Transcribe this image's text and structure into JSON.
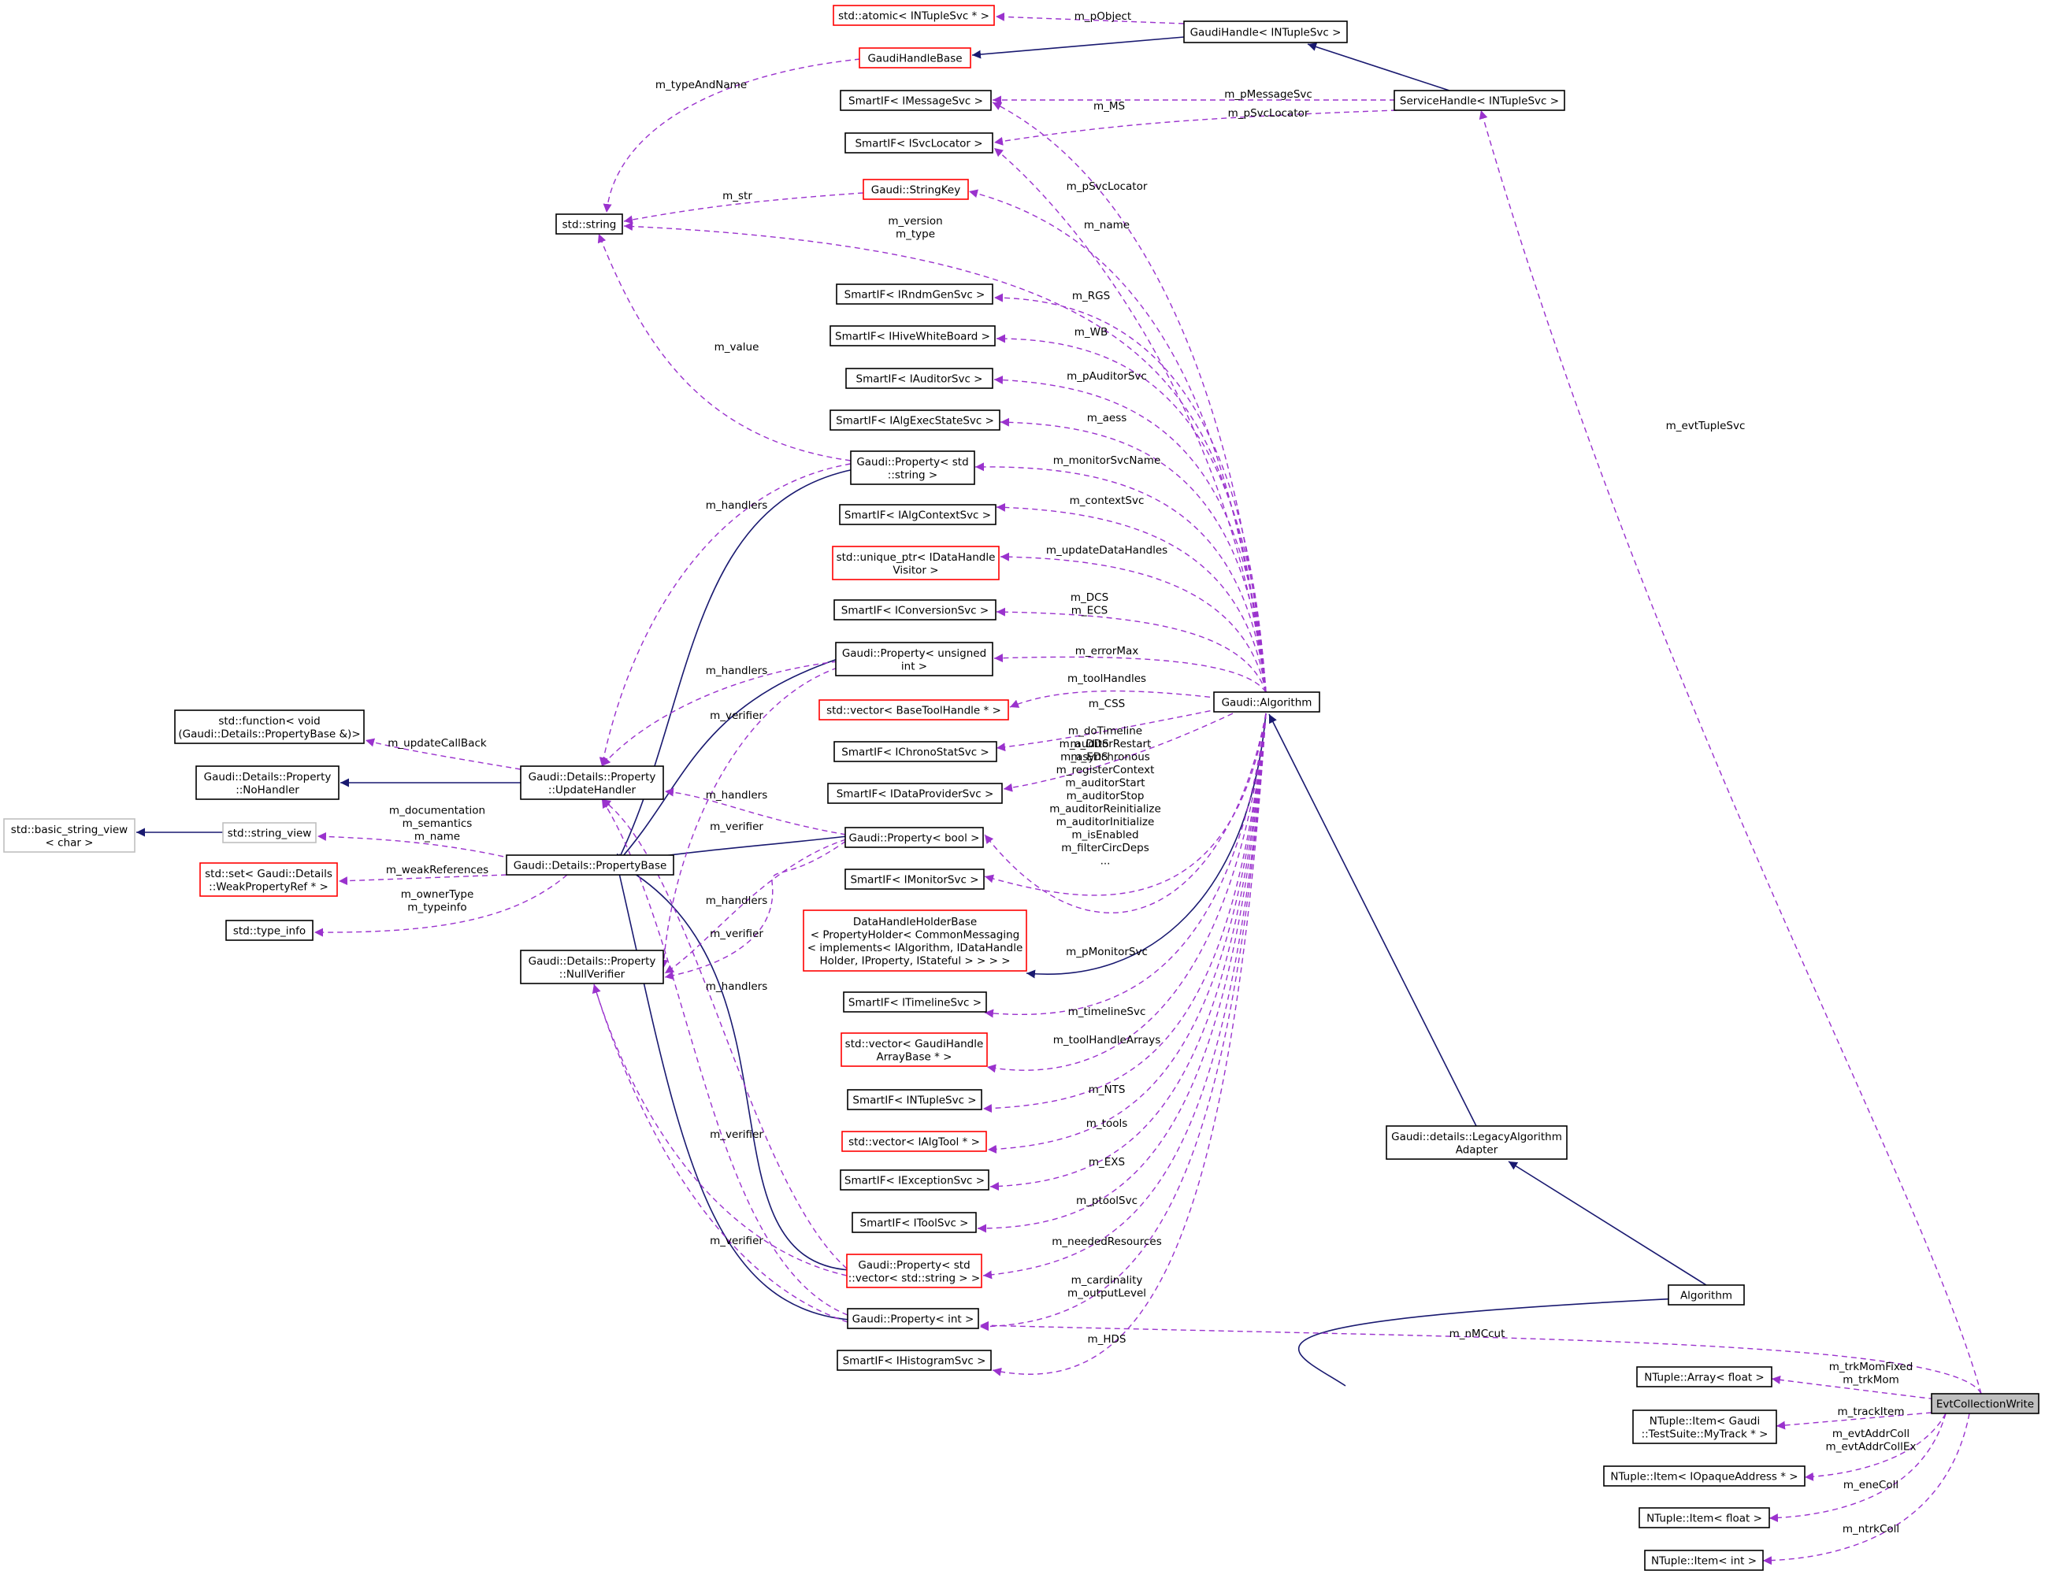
{
  "nodes": [
    {
      "id": "atomic",
      "lines": [
        "std::atomic< INTupleSvc * >"
      ],
      "style": "red"
    },
    {
      "id": "gaudihandle",
      "lines": [
        "GaudiHandle< INTupleSvc >"
      ],
      "style": "black"
    },
    {
      "id": "gaudihandlebase",
      "lines": [
        "GaudiHandleBase"
      ],
      "style": "red"
    },
    {
      "id": "smartif_msg",
      "lines": [
        "SmartIF< IMessageSvc >"
      ],
      "style": "black"
    },
    {
      "id": "servicehandle",
      "lines": [
        "ServiceHandle< INTupleSvc >"
      ],
      "style": "black"
    },
    {
      "id": "smartif_svcloc",
      "lines": [
        "SmartIF< ISvcLocator >"
      ],
      "style": "black"
    },
    {
      "id": "stringkey",
      "lines": [
        "Gaudi::StringKey"
      ],
      "style": "red"
    },
    {
      "id": "stdstring",
      "lines": [
        "std::string"
      ],
      "style": "black"
    },
    {
      "id": "smartif_rndm",
      "lines": [
        "SmartIF< IRndmGenSvc >"
      ],
      "style": "black"
    },
    {
      "id": "smartif_hive",
      "lines": [
        "SmartIF< IHiveWhiteBoard >"
      ],
      "style": "black"
    },
    {
      "id": "smartif_aud",
      "lines": [
        "SmartIF< IAuditorSvc >"
      ],
      "style": "black"
    },
    {
      "id": "smartif_algexec",
      "lines": [
        "SmartIF< IAlgExecStateSvc >"
      ],
      "style": "black"
    },
    {
      "id": "prop_string",
      "lines": [
        "Gaudi::Property< std",
        "::string >"
      ],
      "style": "black"
    },
    {
      "id": "smartif_algctx",
      "lines": [
        "SmartIF< IAlgContextSvc >"
      ],
      "style": "black"
    },
    {
      "id": "uniqueptr",
      "lines": [
        "std::unique_ptr< IDataHandle",
        "Visitor >"
      ],
      "style": "red"
    },
    {
      "id": "smartif_conv",
      "lines": [
        "SmartIF< IConversionSvc >"
      ],
      "style": "black"
    },
    {
      "id": "prop_uint",
      "lines": [
        "Gaudi::Property< unsigned",
        "int >"
      ],
      "style": "black"
    },
    {
      "id": "algorithm_g",
      "lines": [
        "Gaudi::Algorithm"
      ],
      "style": "black"
    },
    {
      "id": "vec_basetool",
      "lines": [
        "std::vector< BaseToolHandle * >"
      ],
      "style": "red"
    },
    {
      "id": "stdfunction",
      "lines": [
        "std::function< void",
        "(Gaudi::Details::PropertyBase &)>"
      ],
      "style": "black"
    },
    {
      "id": "smartif_chrono",
      "lines": [
        "SmartIF< IChronoStatSvc >"
      ],
      "style": "black"
    },
    {
      "id": "nohandler",
      "lines": [
        "Gaudi::Details::Property",
        "::NoHandler"
      ],
      "style": "black"
    },
    {
      "id": "updatehandler",
      "lines": [
        "Gaudi::Details::Property",
        "::UpdateHandler"
      ],
      "style": "black"
    },
    {
      "id": "smartif_dataprov",
      "lines": [
        "SmartIF< IDataProviderSvc >"
      ],
      "style": "black"
    },
    {
      "id": "basic_sv",
      "lines": [
        "std::basic_string_view",
        "< char >"
      ],
      "style": "gray"
    },
    {
      "id": "string_view",
      "lines": [
        "std::string_view"
      ],
      "style": "gray"
    },
    {
      "id": "prop_bool",
      "lines": [
        "Gaudi::Property< bool >"
      ],
      "style": "black"
    },
    {
      "id": "stdset",
      "lines": [
        "std::set< Gaudi::Details",
        "::WeakPropertyRef * >"
      ],
      "style": "red"
    },
    {
      "id": "propertybase",
      "lines": [
        "Gaudi::Details::PropertyBase"
      ],
      "style": "black"
    },
    {
      "id": "smartif_mon",
      "lines": [
        "SmartIF< IMonitorSvc >"
      ],
      "style": "black"
    },
    {
      "id": "typeinfo",
      "lines": [
        "std::type_info"
      ],
      "style": "black"
    },
    {
      "id": "dhhb",
      "lines": [
        "DataHandleHolderBase",
        "< PropertyHolder< CommonMessaging",
        "< implements< IAlgorithm, IDataHandle",
        "Holder, IProperty, IStateful > > > >"
      ],
      "style": "red"
    },
    {
      "id": "nullverifier",
      "lines": [
        "Gaudi::Details::Property",
        "::NullVerifier"
      ],
      "style": "black"
    },
    {
      "id": "smartif_timeline",
      "lines": [
        "SmartIF< ITimelineSvc >"
      ],
      "style": "black"
    },
    {
      "id": "vec_gha",
      "lines": [
        "std::vector< GaudiHandle",
        "ArrayBase * >"
      ],
      "style": "red"
    },
    {
      "id": "smartif_ntuple",
      "lines": [
        "SmartIF< INTupleSvc >"
      ],
      "style": "black"
    },
    {
      "id": "vec_algtool",
      "lines": [
        "std::vector< IAlgTool * >"
      ],
      "style": "red"
    },
    {
      "id": "legacy",
      "lines": [
        "Gaudi::details::LegacyAlgorithm",
        "Adapter"
      ],
      "style": "black"
    },
    {
      "id": "smartif_exc",
      "lines": [
        "SmartIF< IExceptionSvc >"
      ],
      "style": "black"
    },
    {
      "id": "smartif_tool",
      "lines": [
        "SmartIF< IToolSvc >"
      ],
      "style": "black"
    },
    {
      "id": "prop_vecstr",
      "lines": [
        "Gaudi::Property< std",
        "::vector< std::string > >"
      ],
      "style": "red"
    },
    {
      "id": "algorithm",
      "lines": [
        "Algorithm"
      ],
      "style": "black"
    },
    {
      "id": "prop_int",
      "lines": [
        "Gaudi::Property< int >"
      ],
      "style": "black"
    },
    {
      "id": "smartif_hist",
      "lines": [
        "SmartIF< IHistogramSvc >"
      ],
      "style": "black"
    },
    {
      "id": "nt_array",
      "lines": [
        "NTuple::Array< float >"
      ],
      "style": "black"
    },
    {
      "id": "evt",
      "lines": [
        "EvtCollectionWrite"
      ],
      "style": "highlight"
    },
    {
      "id": "nt_item_track",
      "lines": [
        "NTuple::Item< Gaudi",
        "::TestSuite::MyTrack * >"
      ],
      "style": "black"
    },
    {
      "id": "nt_item_opaque",
      "lines": [
        "NTuple::Item< IOpaqueAddress * >"
      ],
      "style": "black"
    },
    {
      "id": "nt_item_float",
      "lines": [
        "NTuple::Item< float >"
      ],
      "style": "black"
    },
    {
      "id": "nt_item_int",
      "lines": [
        "NTuple::Item< int >"
      ],
      "style": "black"
    }
  ],
  "edge_labels": [
    {
      "id": "gh_atomic",
      "lines": [
        "m_pObject"
      ]
    },
    {
      "id": "ghb_str",
      "lines": [
        "m_typeAndName"
      ]
    },
    {
      "id": "sh_msg",
      "lines": [
        "m_pMessageSvc"
      ]
    },
    {
      "id": "alg_msg",
      "lines": [
        "m_MS"
      ]
    },
    {
      "id": "sh_svcloc",
      "lines": [
        "m_pSvcLocator"
      ]
    },
    {
      "id": "alg_svcloc",
      "lines": [
        "m_pSvcLocator"
      ]
    },
    {
      "id": "key_str",
      "lines": [
        "m_str"
      ]
    },
    {
      "id": "alg_key",
      "lines": [
        "m_name"
      ]
    },
    {
      "id": "alg_str",
      "lines": [
        "m_version",
        "m_type"
      ]
    },
    {
      "id": "evt_sh",
      "lines": [
        "m_evtTupleSvc"
      ]
    },
    {
      "id": "alg_rndm",
      "lines": [
        "m_RGS"
      ]
    },
    {
      "id": "alg_hive",
      "lines": [
        "m_WB"
      ]
    },
    {
      "id": "alg_aud",
      "lines": [
        "m_pAuditorSvc"
      ]
    },
    {
      "id": "ps_str",
      "lines": [
        "m_value"
      ]
    },
    {
      "id": "alg_algexec",
      "lines": [
        "m_aess"
      ]
    },
    {
      "id": "alg_ps",
      "lines": [
        "m_monitorSvcName"
      ]
    },
    {
      "id": "ps_uh",
      "lines": [
        "m_handlers"
      ]
    },
    {
      "id": "alg_algctx",
      "lines": [
        "m_contextSvc"
      ]
    },
    {
      "id": "alg_uptr",
      "lines": [
        "m_updateDataHandles"
      ]
    },
    {
      "id": "alg_conv",
      "lines": [
        "m_DCS",
        "m_ECS"
      ]
    },
    {
      "id": "alg_pu",
      "lines": [
        "m_errorMax"
      ]
    },
    {
      "id": "pu_uh",
      "lines": [
        "m_handlers"
      ]
    },
    {
      "id": "alg_vbt",
      "lines": [
        "m_toolHandles"
      ]
    },
    {
      "id": "pu_nv",
      "lines": [
        "m_verifier"
      ]
    },
    {
      "id": "alg_chrono",
      "lines": [
        "m_CSS"
      ]
    },
    {
      "id": "uh_fn",
      "lines": [
        "m_updateCallBack"
      ]
    },
    {
      "id": "alg_dataprov",
      "lines": [
        "m_DDS",
        "m_EDS"
      ]
    },
    {
      "id": "pb_sv",
      "lines": [
        "m_documentation",
        "m_semantics",
        "m_name"
      ]
    },
    {
      "id": "pbool_uh",
      "lines": [
        "m_handlers"
      ]
    },
    {
      "id": "alg_pbool",
      "lines": [
        "m_doTimeline",
        "m_auditorRestart",
        "m_asynchronous",
        "m_registerContext",
        "m_auditorStart",
        "m_auditorStop",
        "m_auditorReinitialize",
        "m_auditorInitialize",
        "m_isEnabled",
        "m_filterCircDeps",
        "..."
      ]
    },
    {
      "id": "pb_set",
      "lines": [
        "m_weakReferences"
      ]
    },
    {
      "id": "pbool_nv",
      "lines": [
        "m_verifier"
      ]
    },
    {
      "id": "pb_ti",
      "lines": [
        "m_ownerType",
        "m_typeinfo"
      ]
    },
    {
      "id": "pvs_uh",
      "lines": [
        "m_handlers"
      ]
    },
    {
      "id": "pbool_nv2",
      "lines": [
        "m_verifier"
      ]
    },
    {
      "id": "alg_mon",
      "lines": [
        "m_pMonitorSvc"
      ]
    },
    {
      "id": "pint_uh",
      "lines": [
        "m_handlers"
      ]
    },
    {
      "id": "alg_timeline",
      "lines": [
        "m_timelineSvc"
      ]
    },
    {
      "id": "alg_gha",
      "lines": [
        "m_toolHandleArrays"
      ]
    },
    {
      "id": "alg_ntuple",
      "lines": [
        "m_NTS"
      ]
    },
    {
      "id": "alg_algtool",
      "lines": [
        "m_tools"
      ]
    },
    {
      "id": "pvs_nv",
      "lines": [
        "m_verifier"
      ]
    },
    {
      "id": "alg_exc",
      "lines": [
        "m_EXS"
      ]
    },
    {
      "id": "alg_tool",
      "lines": [
        "m_ptoolSvc"
      ]
    },
    {
      "id": "pint_nv",
      "lines": [
        "m_verifier"
      ]
    },
    {
      "id": "alg_pvs",
      "lines": [
        "m_neededResources"
      ]
    },
    {
      "id": "alg_pint",
      "lines": [
        "m_cardinality",
        "m_outputLevel"
      ]
    },
    {
      "id": "evt_pint",
      "lines": [
        "m_nMCcut"
      ]
    },
    {
      "id": "alg_hist",
      "lines": [
        "m_HDS"
      ]
    },
    {
      "id": "evt_arr",
      "lines": [
        "m_trkMomFixed",
        "m_trkMom"
      ]
    },
    {
      "id": "evt_track",
      "lines": [
        "m_trackItem"
      ]
    },
    {
      "id": "evt_opaque",
      "lines": [
        "m_evtAddrColl",
        "m_evtAddrCollEx"
      ]
    },
    {
      "id": "evt_float",
      "lines": [
        "m_eneColl"
      ]
    },
    {
      "id": "evt_int",
      "lines": [
        "m_ntrkColl"
      ]
    }
  ],
  "colors": {
    "inheritance_edge": "#191970",
    "usage_edge": "#9a32cd",
    "node_border": "#000000",
    "node_border_incomplete": "#ff0000",
    "node_border_external": "#bfbfbf",
    "highlight_fill": "#bfbfbf"
  }
}
